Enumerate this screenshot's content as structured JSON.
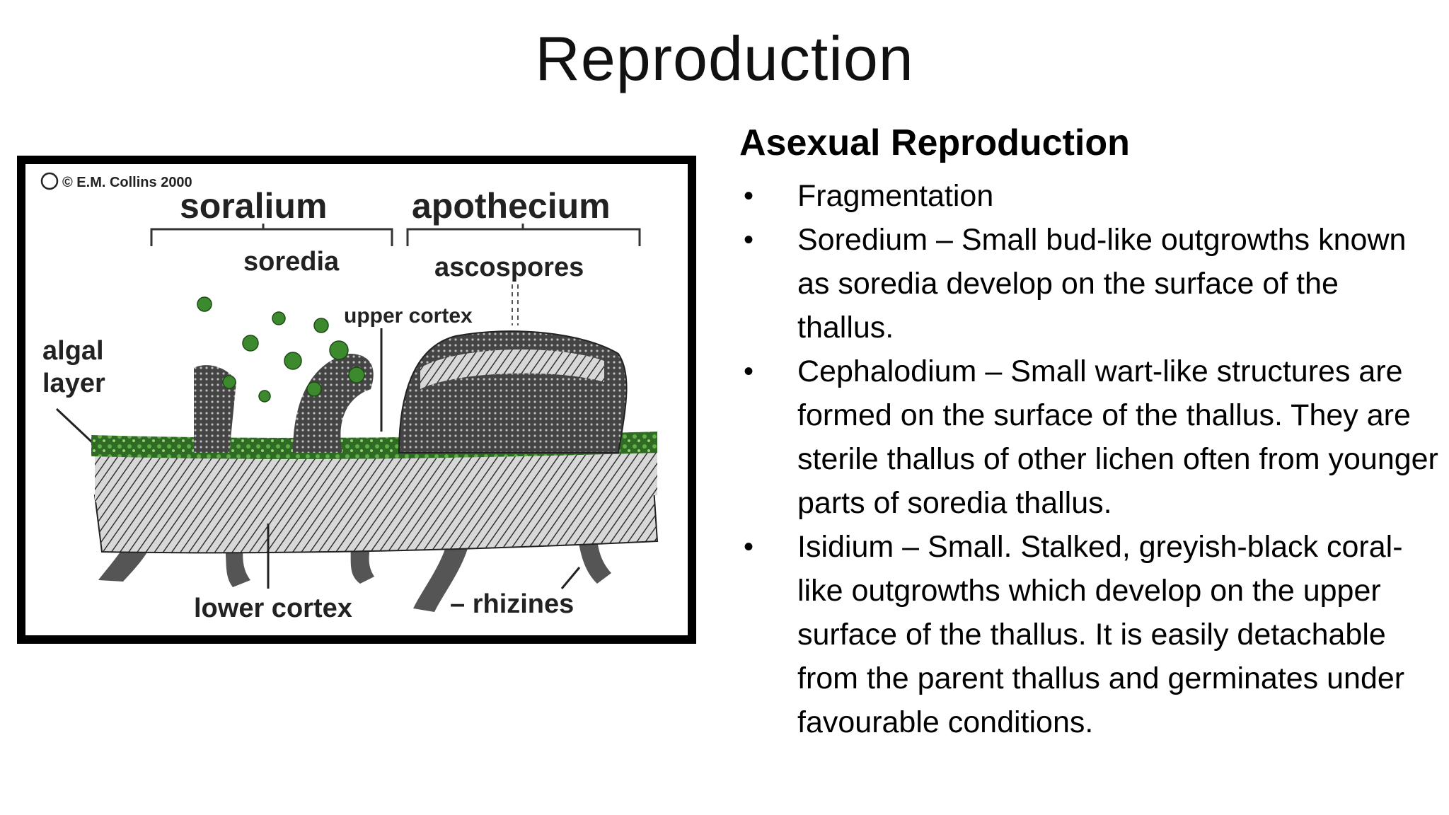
{
  "slide": {
    "title": "Reproduction"
  },
  "figure": {
    "copyright": "© E.M. Collins 2000",
    "labels": {
      "soralium": "soralium",
      "apothecium": "apothecium",
      "soredia": "soredia",
      "ascospores": "ascospores",
      "upper_cortex": "upper cortex",
      "algal": "algal",
      "layer": "layer",
      "lower_cortex": "lower cortex",
      "rhizines": "– rhizines"
    },
    "colors": {
      "frame": "#000000",
      "algae": "#3d8a2e",
      "tissue": "#555555"
    }
  },
  "content": {
    "subheading": "Asexual Reproduction",
    "bullet_symbol": "•",
    "bullets": [
      {
        "text": "Fragmentation"
      },
      {
        "text": "Soredium – Small bud-like outgrowths known as soredia develop on the surface of the thallus."
      },
      {
        "text": "Cephalodium – Small wart-like structures are formed on the surface of the thallus. They are sterile thallus of other lichen often from younger parts of soredia thallus."
      },
      {
        "text": "Isidium – Small. Stalked, greyish-black coral-like outgrowths which develop on the upper surface of the thallus. It is easily detachable from the parent thallus and germinates under favourable conditions."
      }
    ]
  }
}
